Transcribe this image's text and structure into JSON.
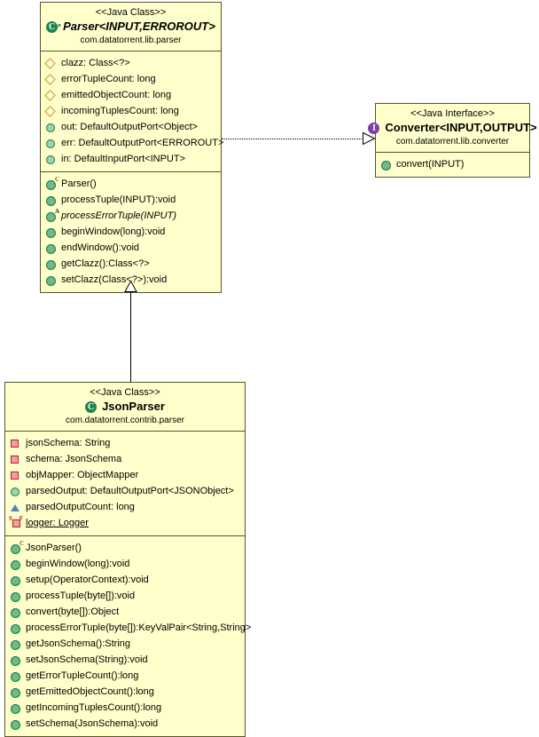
{
  "diagram": {
    "type": "uml-class-diagram",
    "classes": [
      {
        "id": "parser",
        "stereotype": "<<Java Class>>",
        "name": "Parser<INPUT,ERROROUT>",
        "package": "com.datatorrent.lib.parser",
        "icon": "java-class-icon",
        "abstract": true,
        "attributes": [
          {
            "visibility": "protected",
            "icon": "protected-field-icon",
            "label": "clazz: Class<?>"
          },
          {
            "visibility": "protected",
            "icon": "protected-field-icon",
            "label": "errorTupleCount: long"
          },
          {
            "visibility": "protected",
            "icon": "protected-field-icon",
            "label": "emittedObjectCount: long"
          },
          {
            "visibility": "protected",
            "icon": "protected-field-icon",
            "label": "incomingTuplesCount: long"
          },
          {
            "visibility": "public",
            "icon": "public-field-icon",
            "label": "out: DefaultOutputPort<Object>"
          },
          {
            "visibility": "public",
            "icon": "public-field-icon",
            "label": "err: DefaultOutputPort<ERROROUT>"
          },
          {
            "visibility": "public",
            "icon": "public-field-icon",
            "label": "in: DefaultInputPort<INPUT>"
          }
        ],
        "methods": [
          {
            "visibility": "public",
            "icon": "public-method-icon",
            "badge": "C",
            "label": "Parser()"
          },
          {
            "visibility": "public",
            "icon": "public-method-icon",
            "label": "processTuple(INPUT):void"
          },
          {
            "visibility": "public",
            "icon": "public-method-icon",
            "badge": "A",
            "abstract": true,
            "label": "processErrorTuple(INPUT)"
          },
          {
            "visibility": "public",
            "icon": "public-method-icon",
            "label": "beginWindow(long):void"
          },
          {
            "visibility": "public",
            "icon": "public-method-icon",
            "label": "endWindow():void"
          },
          {
            "visibility": "public",
            "icon": "public-method-icon",
            "label": "getClazz():Class<?>"
          },
          {
            "visibility": "public",
            "icon": "public-method-icon",
            "label": "setClazz(Class<?>):void"
          }
        ]
      },
      {
        "id": "converter",
        "stereotype": "<<Java Interface>>",
        "name": "Converter<INPUT,OUTPUT>",
        "package": "com.datatorrent.lib.converter",
        "icon": "java-interface-icon",
        "abstract": false,
        "attributes": [],
        "methods": [
          {
            "visibility": "public",
            "icon": "public-method-icon",
            "label": "convert(INPUT)"
          }
        ]
      },
      {
        "id": "jsonparser",
        "stereotype": "<<Java Class>>",
        "name": "JsonParser",
        "package": "com.datatorrent.contrib.parser",
        "icon": "java-class-icon",
        "abstract": false,
        "attributes": [
          {
            "visibility": "private",
            "icon": "private-field-icon",
            "label": "jsonSchema: String"
          },
          {
            "visibility": "private",
            "icon": "private-field-icon",
            "label": "schema: JsonSchema"
          },
          {
            "visibility": "private",
            "icon": "private-field-icon",
            "label": "objMapper: ObjectMapper"
          },
          {
            "visibility": "public",
            "icon": "public-field-icon",
            "label": "parsedOutput: DefaultOutputPort<JSONObject>"
          },
          {
            "visibility": "package",
            "icon": "package-field-icon",
            "label": "parsedOutputCount: long"
          },
          {
            "visibility": "private",
            "icon": "private-field-icon",
            "badge_left": "S",
            "badge_right": "F",
            "static": true,
            "label": "logger: Logger"
          }
        ],
        "methods": [
          {
            "visibility": "public",
            "icon": "public-method-icon",
            "badge": "C",
            "label": "JsonParser()"
          },
          {
            "visibility": "public",
            "icon": "public-method-icon",
            "label": "beginWindow(long):void"
          },
          {
            "visibility": "public",
            "icon": "public-method-icon",
            "label": "setup(OperatorContext):void"
          },
          {
            "visibility": "public",
            "icon": "public-method-icon",
            "label": "processTuple(byte[]):void"
          },
          {
            "visibility": "public",
            "icon": "public-method-icon",
            "label": "convert(byte[]):Object"
          },
          {
            "visibility": "public",
            "icon": "public-method-icon",
            "label": "processErrorTuple(byte[]):KeyValPair<String,String>"
          },
          {
            "visibility": "public",
            "icon": "public-method-icon",
            "label": "getJsonSchema():String"
          },
          {
            "visibility": "public",
            "icon": "public-method-icon",
            "label": "setJsonSchema(String):void"
          },
          {
            "visibility": "public",
            "icon": "public-method-icon",
            "label": "getErrorTupleCount():long"
          },
          {
            "visibility": "public",
            "icon": "public-method-icon",
            "label": "getEmittedObjectCount():long"
          },
          {
            "visibility": "public",
            "icon": "public-method-icon",
            "label": "getIncomingTuplesCount():long"
          },
          {
            "visibility": "public",
            "icon": "public-method-icon",
            "label": "setSchema(JsonSchema):void"
          }
        ]
      }
    ],
    "relations": [
      {
        "id": "realization",
        "kind": "realization",
        "from": "parser",
        "to": "converter",
        "line": "dotted",
        "arrow": "hollow-triangle"
      },
      {
        "id": "generalization",
        "kind": "generalization",
        "from": "jsonparser",
        "to": "parser",
        "line": "solid",
        "arrow": "hollow-triangle"
      }
    ],
    "colors": {
      "box_fill": "#ffffcc",
      "box_border": "#55552b",
      "class_icon": "#1e8449",
      "interface_icon": "#7d3fa8",
      "private_icon": "#b81e1e",
      "protected_icon": "#d79b00",
      "public_icon": "#1d7744",
      "package_icon": "#5b7fb5"
    }
  }
}
